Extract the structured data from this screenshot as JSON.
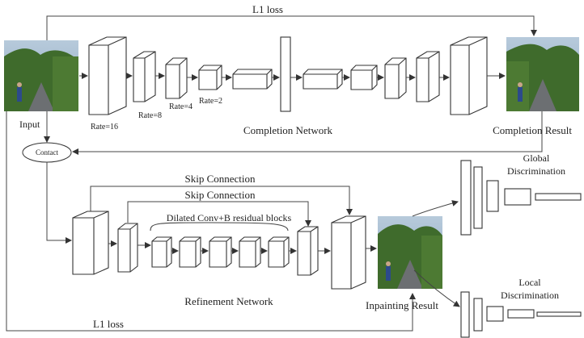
{
  "labels": {
    "l1_top": "L1 loss",
    "l1_bottom": "L1 loss",
    "input": "Input",
    "contact": "Contact",
    "rate16": "Rate=16",
    "rate8": "Rate=8",
    "rate4": "Rate=4",
    "rate2": "Rate=2",
    "completion_network": "Completion Network",
    "completion_result": "Completion Result",
    "skip1": "Skip Connection",
    "skip2": "Skip Connection",
    "dilated": "Dilated Conv+B residual blocks",
    "refinement_network": "Refinement Network",
    "inpainting_result": "Inpainting Result",
    "global_disc_1": "Global",
    "global_disc_2": "Discrimination",
    "local_disc_1": "Local",
    "local_disc_2": "Discrimination"
  },
  "colors": {
    "sky": "#9fb8cf",
    "foliage": "#3f6b2c",
    "road": "#6c6f72",
    "person": "#2c4a8c",
    "line": "#444444"
  }
}
